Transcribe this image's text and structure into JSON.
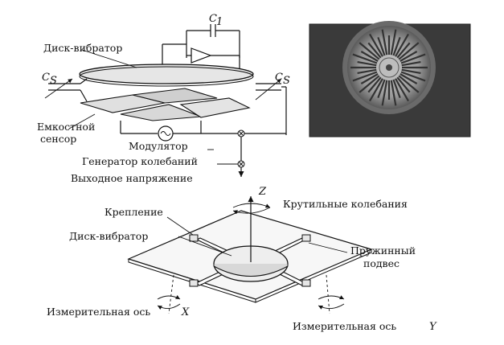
{
  "top_diagram": {
    "label_c1": "C",
    "label_c1_sub": "1",
    "label_disk_vibrator": "Диск-вибратор",
    "label_cs_left": "C",
    "label_cs_left_sub": "S",
    "label_cs_right": "C",
    "label_cs_right_sub": "S",
    "label_sensor_line1": "Емкостной",
    "label_sensor_line2": "сенсор",
    "label_modulator": "Модулятор",
    "label_generator": "Генератор колебаний",
    "label_output": "Выходное напряжение"
  },
  "photo": {
    "icon": "disk-sensor-photo"
  },
  "bottom_diagram": {
    "label_z": "Z",
    "label_torsional": "Крутильные колебания",
    "label_mount": "Крепление",
    "label_disk_vibrator": "Диск-вибратор",
    "label_spring_line1": "Пружинный",
    "label_spring_line2": "подвес",
    "label_axis_x": "Измерительная ось",
    "label_axis_x_var": "X",
    "label_axis_y": "Измерительная ось",
    "label_axis_y_var": "Y"
  },
  "colors": {
    "ink": "#111111",
    "disk_fill": "#e6e6e6",
    "photo_bg": "#3a3a3a"
  }
}
